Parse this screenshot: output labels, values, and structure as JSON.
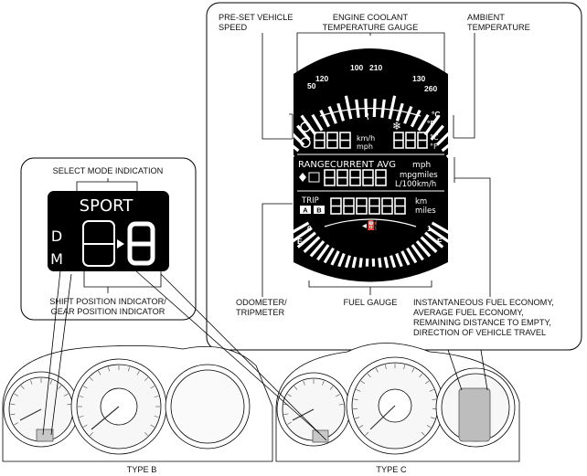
{
  "panel_b": {
    "callout_top": "SELECT MODE INDICATION",
    "mode": "SPORT",
    "gear_d": "D",
    "gear_m": "M",
    "callout_bottom_1": "SHIFT POSITION INDICATOR/",
    "callout_bottom_2": "GEAR POSITION INDICATOR"
  },
  "panel_c": {
    "labels": {
      "preset_speed_1": "PRE-SET VEHICLE",
      "preset_speed_2": "SPEED",
      "coolant_1": "ENGINE COOLANT",
      "coolant_2": "TEMPERATURE GAUGE",
      "ambient_1": "AMBIENT",
      "ambient_2": "TEMPERATURE",
      "odometer_1": "ODOMETER/",
      "odometer_2": "TRIPMETER",
      "fuel_gauge": "FUEL GAUGE",
      "fuel_economy_1": "INSTANTANEOUS FUEL ECONOMY,",
      "fuel_economy_2": "AVERAGE FUEL ECONOMY,",
      "fuel_economy_3": "REMAINING DISTANCE TO EMPTY,",
      "fuel_economy_4": "DIRECTION OF VEHICLE TRAVEL"
    },
    "display": {
      "scale_50": "50",
      "scale_120": "120",
      "scale_100": "100",
      "scale_210": "210",
      "scale_130": "130",
      "scale_260": "260",
      "unit_c": "°C",
      "unit_f": "°F",
      "speed_unit_kmh": "km/h",
      "speed_unit_mph": "mph",
      "temp_unit_c": "°C",
      "temp_unit_f": "°F",
      "range_row": "RANGECURRENT AVG",
      "range_mph": "mph",
      "econ_unit_1": "mpgmiles",
      "econ_unit_2": "L/100km/h",
      "trip": "TRIP",
      "trip_a": "A",
      "trip_b": "B",
      "odo_unit_km": "km",
      "odo_unit_miles": "miles",
      "fuel_e": "E",
      "fuel_0": "0",
      "fuel_1": "1",
      "fuel_f": "F"
    }
  },
  "clusters": {
    "type_b": "TYPE B",
    "type_c": "TYPE C"
  }
}
